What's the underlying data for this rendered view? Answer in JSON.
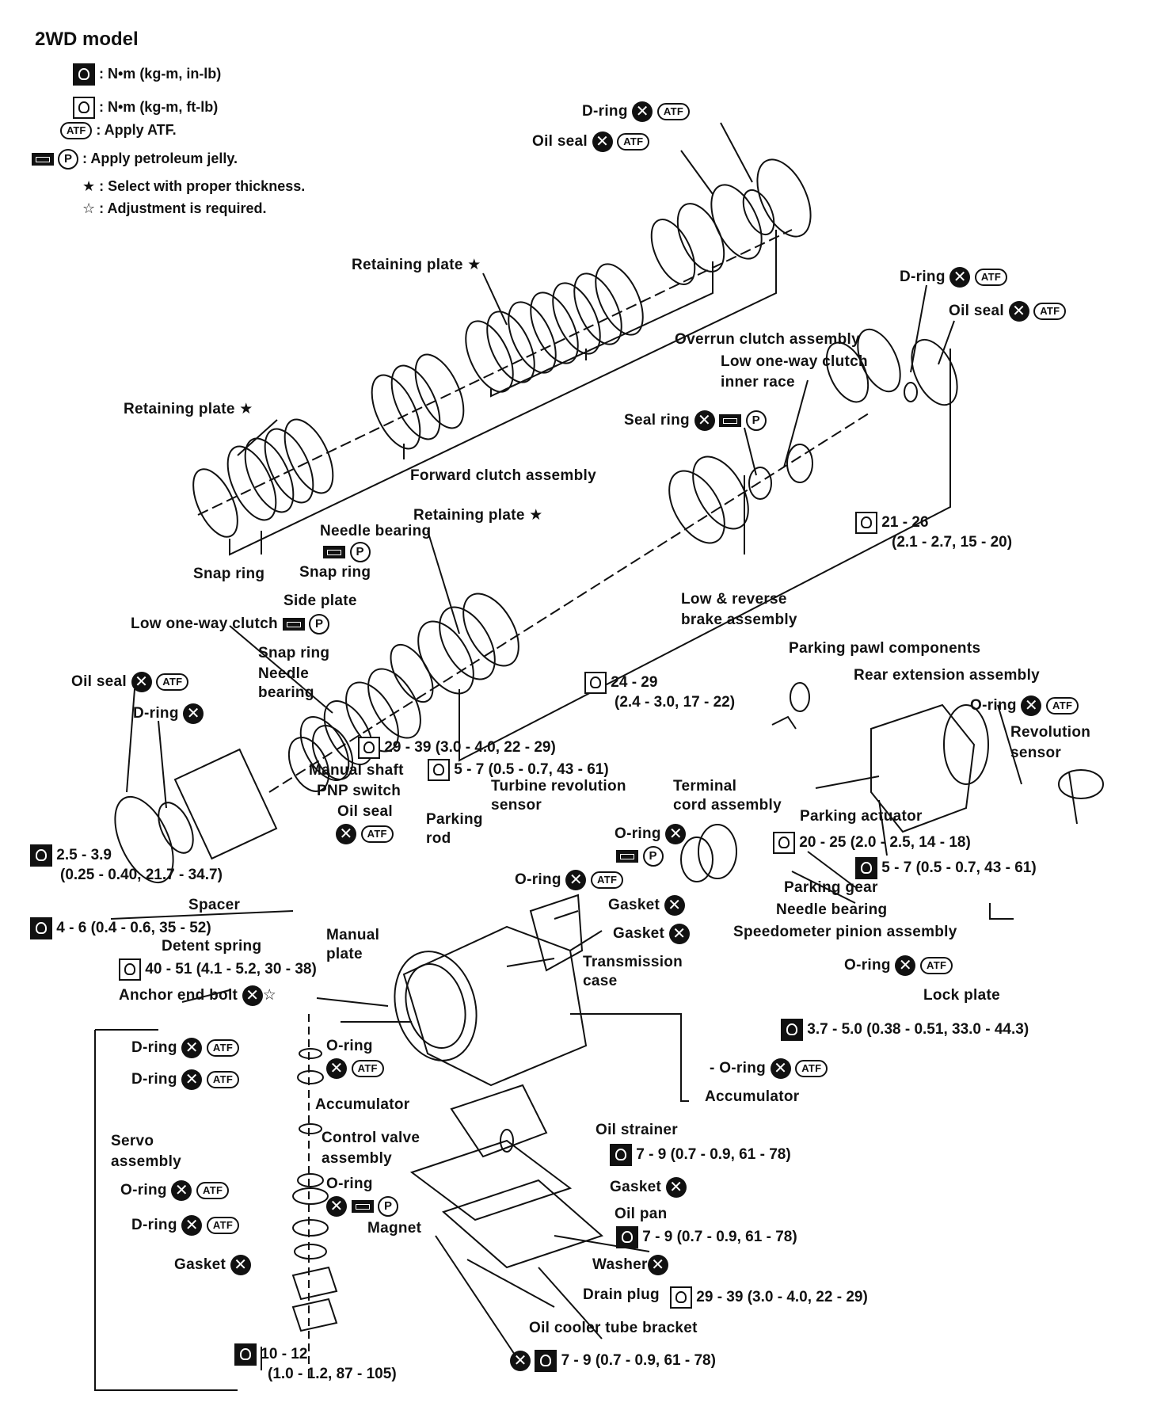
{
  "title": "2WD model",
  "legend": [
    {
      "symbol": "torque-inlb-icon",
      "text": ": N•m (kg-m, in-lb)"
    },
    {
      "symbol": "torque-ftlb-icon",
      "text": ": N•m (kg-m, ft-lb)"
    },
    {
      "symbol": "atf-icon",
      "text": ": Apply ATF."
    },
    {
      "symbol": "petroleum-jelly-icon",
      "text": ": Apply petroleum jelly."
    },
    {
      "symbol": "star-filled",
      "star": "★",
      "text": ": Select with proper thickness."
    },
    {
      "symbol": "star-outline",
      "star": "☆",
      "text": ": Adjustment is required."
    }
  ],
  "symbols": {
    "atf": "ATF",
    "p": "P",
    "x": "✕",
    "star": "★",
    "star_outline": "☆"
  },
  "labels": {
    "d_ring_top": "D-ring",
    "oil_seal_top": "Oil seal",
    "retaining_plate_1": "Retaining plate",
    "retaining_plate_2": "Retaining plate",
    "retaining_plate_3": "Retaining plate",
    "overrun_clutch": "Overrun clutch assembly",
    "low_oneway_inner_1": "Low one-way clutch",
    "low_oneway_inner_2": "inner race",
    "d_ring_right": "D-ring",
    "oil_seal_right": "Oil seal",
    "seal_ring": "Seal ring",
    "forward_clutch": "Forward clutch assembly",
    "needle_bearing_1": "Needle bearing",
    "snap_ring_1": "Snap ring",
    "snap_ring_2": "Snap ring",
    "side_plate": "Side plate",
    "low_oneway_clutch": "Low one-way clutch",
    "snap_ring_3": "Snap ring",
    "needle_bearing_2a": "Needle",
    "needle_bearing_2b": "bearing",
    "oil_seal_left": "Oil seal",
    "d_ring_left": "D-ring",
    "low_reverse_1": "Low & reverse",
    "low_reverse_2": "brake assembly",
    "parking_pawl": "Parking pawl components",
    "rear_extension": "Rear extension assembly",
    "o_ring_rev": "O-ring",
    "revolution_sensor_1": "Revolution",
    "revolution_sensor_2": "sensor",
    "manual_shaft": "Manual shaft",
    "pnp_switch": "PNP switch",
    "oil_seal_mid": "Oil seal",
    "turbine_rev_1": "Turbine revolution",
    "turbine_rev_2": "sensor",
    "terminal_cord_1": "Terminal",
    "terminal_cord_2": "cord assembly",
    "parking_rod_1": "Parking",
    "parking_rod_2": "rod",
    "o_ring_mid1": "O-ring",
    "parking_actuator": "Parking actuator",
    "o_ring_mid2": "O-ring",
    "parking_gear": "Parking gear",
    "needle_bearing_3": "Needle bearing",
    "speedometer_pinion": "Speedometer pinion assembly",
    "spacer": "Spacer",
    "gasket_1": "Gasket",
    "gasket_2": "Gasket",
    "detent_spring": "Detent spring",
    "manual_plate_1": "Manual",
    "manual_plate_2": "plate",
    "transmission_case_1": "Transmission",
    "transmission_case_2": "case",
    "o_ring_speedo": "O-ring",
    "lock_plate": "Lock plate",
    "anchor_end_bolt": "Anchor end bolt",
    "d_ring_servo_1": "D-ring",
    "d_ring_servo_2": "D-ring",
    "o_ring_servo_1": "O-ring",
    "accumulator_1": "Accumulator",
    "o_ring_acc": "O-ring",
    "accumulator_2": "Accumulator",
    "servo_1": "Servo",
    "servo_2": "assembly",
    "control_valve_1": "Control valve",
    "control_valve_2": "assembly",
    "oil_strainer": "Oil strainer",
    "o_ring_servo_2": "O-ring",
    "o_ring_cv": "O-ring",
    "gasket_3": "Gasket",
    "d_ring_servo_3": "D-ring",
    "magnet": "Magnet",
    "oil_pan": "Oil pan",
    "gasket_4": "Gasket",
    "washer": "Washer",
    "drain_plug": "Drain plug",
    "oil_cooler_bracket": "Oil cooler tube bracket"
  },
  "torques": {
    "t_21_26_a": "21 - 26",
    "t_21_26_b": "(2.1 - 2.7, 15 - 20)",
    "t_24_29_a": "24 - 29",
    "t_24_29_b": "(2.4 - 3.0, 17 - 22)",
    "t_29_39_a": "29 - 39 (3.0 - 4.0, 22 - 29)",
    "t_5_7_a": "5 - 7 (0.5 - 0.7, 43 - 61)",
    "t_2_5_a": "2.5 - 3.9",
    "t_2_5_b": "(0.25 - 0.40, 21.7 - 34.7)",
    "t_20_25": "20 - 25 (2.0 - 2.5, 14 - 18)",
    "t_5_7_b": "5 - 7 (0.5 - 0.7, 43 - 61)",
    "t_4_6": "4 - 6 (0.4 - 0.6, 35 - 52)",
    "t_40_51": "40 - 51 (4.1 - 5.2, 30 - 38)",
    "t_3_7": "3.7 - 5.0 (0.38 - 0.51, 33.0 - 44.3)",
    "t_7_9_a": "7 - 9 (0.7 - 0.9, 61 - 78)",
    "t_7_9_b": "7 - 9 (0.7 - 0.9, 61 - 78)",
    "t_29_39_b": "29 - 39 (3.0 - 4.0, 22 - 29)",
    "t_10_12_a": "10 - 12",
    "t_10_12_b": "(1.0 - 1.2, 87 - 105)",
    "t_7_9_c": "7 - 9 (0.7 - 0.9, 61 - 78)"
  }
}
